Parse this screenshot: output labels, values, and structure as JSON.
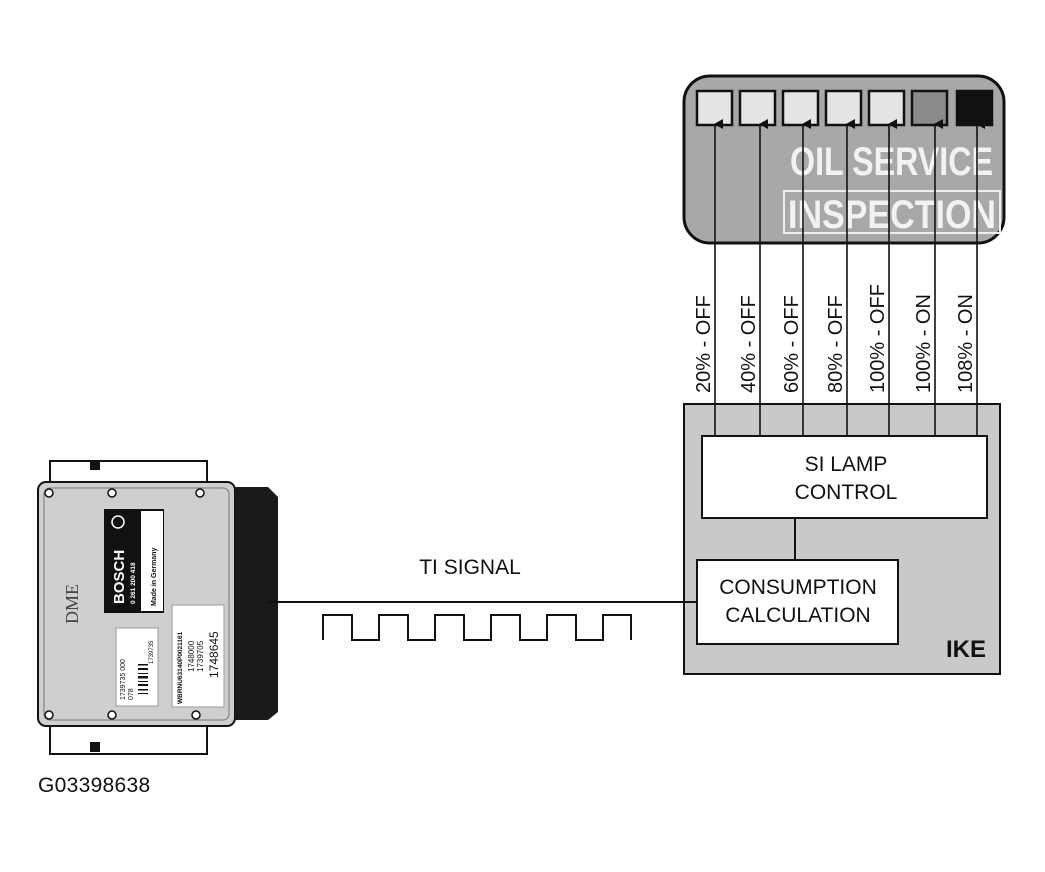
{
  "figure_code": "G03398638",
  "dme": {
    "label": "DME",
    "brand": "BOSCH",
    "part_number": "0 261 200 418",
    "made_in": "Made in Germany",
    "sticker_left": [
      "1739735   000",
      "           078",
      "1739735"
    ],
    "sticker_right": [
      "WBRNU63140P0021161",
      "1748000",
      "1739705",
      "1748645"
    ]
  },
  "signal_label": "TI SIGNAL",
  "ike": {
    "label": "IKE",
    "si_lamp_control": [
      "SI LAMP",
      "CONTROL"
    ],
    "consumption_calculation": [
      "CONSUMPTION",
      "CALCULATION"
    ]
  },
  "cluster": {
    "line1": "OIL SERVICE",
    "line2": "INSPECTION",
    "lamp_colors": [
      "#e4e4e4",
      "#e4e4e4",
      "#e4e4e4",
      "#e4e4e4",
      "#e4e4e4",
      "#8a8a8a",
      "#111111"
    ]
  },
  "lamp_states": [
    "20% - OFF",
    "40% - OFF",
    "60% - OFF",
    "80% - OFF",
    "100% - OFF",
    "100% - ON",
    "108% - ON"
  ]
}
